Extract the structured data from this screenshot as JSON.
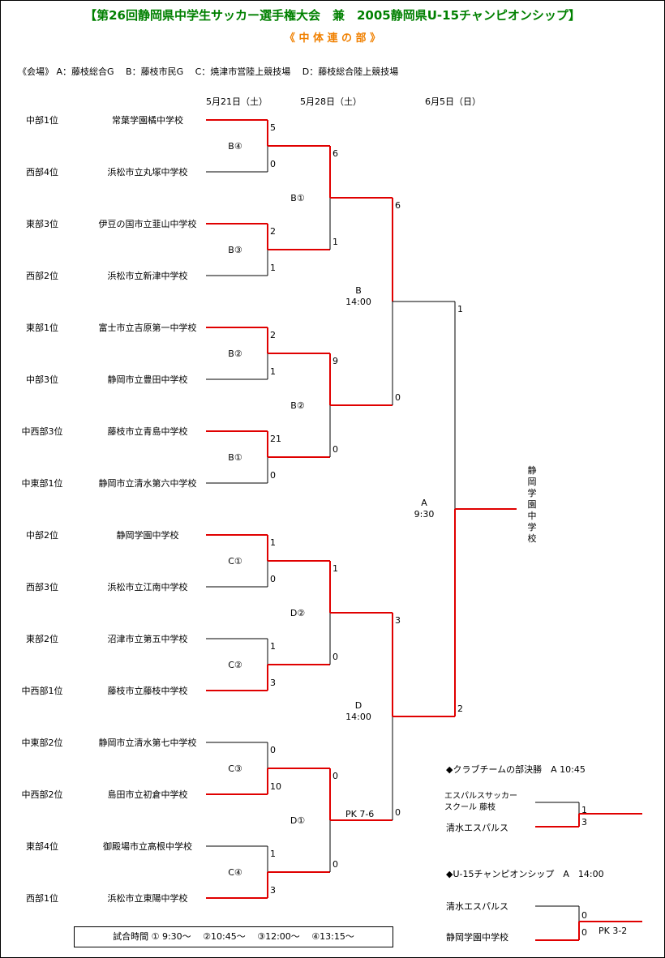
{
  "title": "【第26回静岡県中学生サッカー選手権大会　兼　2005静岡県U-15チャンピオンシップ】",
  "subtitle": "《 中 体 連 の 部 》",
  "venues": "《会場》 A：藤枝総合G　 B：藤枝市民G　 C：焼津市営陸上競技場　 D：藤枝総合陸上競技場",
  "dates": {
    "r1": "5月21日（土）",
    "r2": "5月28日（土）",
    "r3": "6月5日（日）"
  },
  "teams": [
    {
      "rank": "中部1位",
      "school": "常葉学園橘中学校"
    },
    {
      "rank": "西部4位",
      "school": "浜松市立丸塚中学校"
    },
    {
      "rank": "東部3位",
      "school": "伊豆の国市立韮山中学校"
    },
    {
      "rank": "西部2位",
      "school": "浜松市立新津中学校"
    },
    {
      "rank": "東部1位",
      "school": "富士市立吉原第一中学校"
    },
    {
      "rank": "中部3位",
      "school": "静岡市立豊田中学校"
    },
    {
      "rank": "中西部3位",
      "school": "藤枝市立青島中学校"
    },
    {
      "rank": "中東部1位",
      "school": "静岡市立清水第六中学校"
    },
    {
      "rank": "中部2位",
      "school": "静岡学園中学校"
    },
    {
      "rank": "西部3位",
      "school": "浜松市立江南中学校"
    },
    {
      "rank": "東部2位",
      "school": "沼津市立第五中学校"
    },
    {
      "rank": "中西部1位",
      "school": "藤枝市立藤枝中学校"
    },
    {
      "rank": "中東部2位",
      "school": "静岡市立清水第七中学校"
    },
    {
      "rank": "中西部2位",
      "school": "島田市立初倉中学校"
    },
    {
      "rank": "東部4位",
      "school": "御殿場市立高根中学校"
    },
    {
      "rank": "西部1位",
      "school": "浜松市立東陽中学校"
    }
  ],
  "r1": [
    {
      "venue": "B④",
      "s1": "5",
      "s2": "0",
      "win": 0
    },
    {
      "venue": "B③",
      "s1": "2",
      "s2": "1",
      "win": 0
    },
    {
      "venue": "B②",
      "s1": "2",
      "s2": "1",
      "win": 0
    },
    {
      "venue": "B①",
      "s1": "21",
      "s2": "0",
      "win": 0
    },
    {
      "venue": "C①",
      "s1": "1",
      "s2": "0",
      "win": 0
    },
    {
      "venue": "C②",
      "s1": "1",
      "s2": "3",
      "win": 1
    },
    {
      "venue": "C③",
      "s1": "0",
      "s2": "10",
      "win": 1
    },
    {
      "venue": "C④",
      "s1": "1",
      "s2": "3",
      "win": 1
    }
  ],
  "r2": [
    {
      "venue": "B①",
      "s1": "6",
      "s2": "1",
      "win": 0
    },
    {
      "venue": "B②",
      "s1": "9",
      "s2": "0",
      "win": 0
    },
    {
      "venue": "D②",
      "s1": "1",
      "s2": "0",
      "win": 0
    },
    {
      "venue": "D①",
      "s1": "0",
      "s2": "0",
      "win": 0,
      "pk": "PK 7-6"
    }
  ],
  "r3": [
    {
      "venue": "B",
      "time": "14:00",
      "s1": "6",
      "s2": "0",
      "win": 0
    },
    {
      "venue": "D",
      "time": "14:00",
      "s1": "3",
      "s2": "0",
      "win": 0
    }
  ],
  "final": {
    "venue": "A",
    "time": "9:30",
    "s1": "1",
    "s2": "2",
    "win": 1
  },
  "champion": "静岡学園中学校",
  "club": {
    "title": "◆クラブチームの部決勝　A 10:45",
    "team1_line1": "エスパルスサッカー",
    "team1_line2": "スクール 藤枝",
    "team2": "清水エスパルス",
    "s1": "1",
    "s2": "3"
  },
  "u15": {
    "title": "◆U-15チャンピオンシップ　A　14:00",
    "team1": "清水エスパルス",
    "team2": "静岡学園中学校",
    "s1": "0",
    "s2": "0",
    "pk": "PK 3-2"
  },
  "match_times": "試合時間 ① 9:30～　 ②10:45～　 ③12:00～　 ④13:15～"
}
